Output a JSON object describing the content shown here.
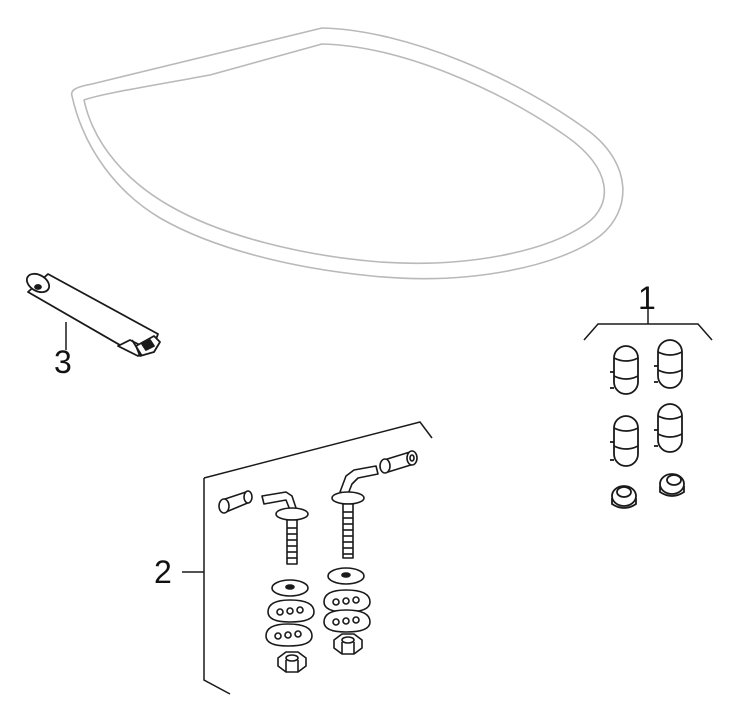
{
  "callouts": [
    {
      "id": "1",
      "text": "1"
    },
    {
      "id": "2",
      "text": "2"
    },
    {
      "id": "3",
      "text": "3"
    }
  ],
  "colors": {
    "lid_stroke": "#b9b9b9",
    "part_stroke": "#1a1a1a",
    "part_fill": "#ffffff",
    "shade": "#9a9a9a"
  }
}
